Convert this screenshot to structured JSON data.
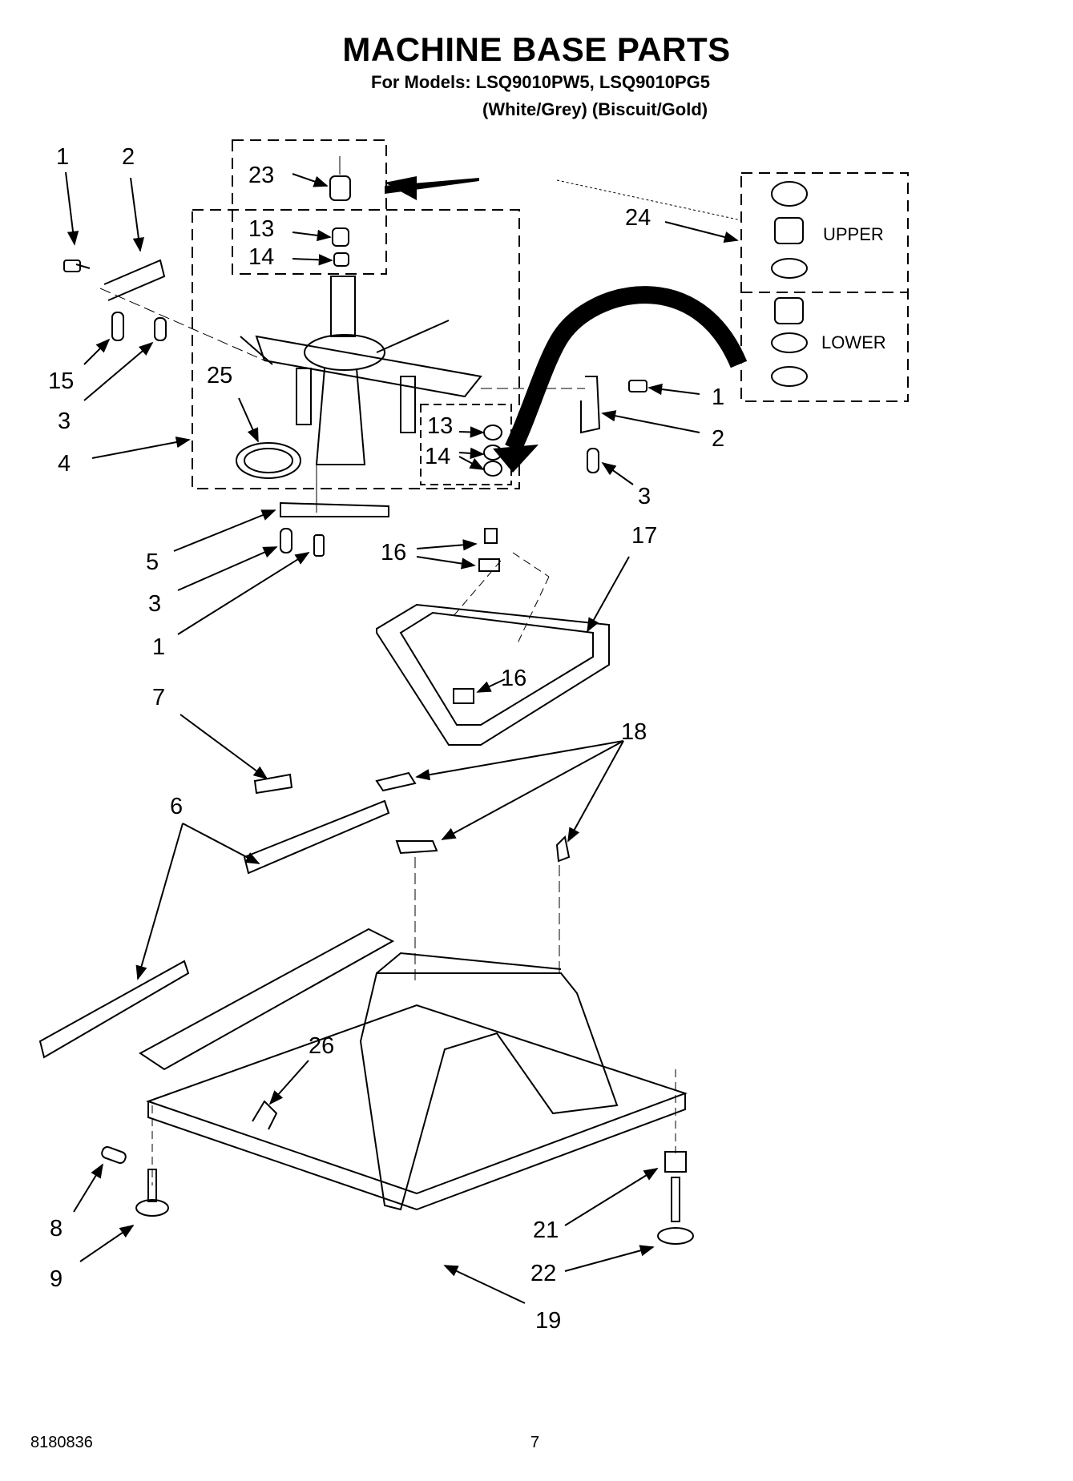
{
  "page": {
    "title": "MACHINE BASE PARTS",
    "models_line": "For Models: LSQ9010PW5, LSQ9010PG5",
    "colors_line": "(White/Grey)  (Biscuit/Gold)",
    "doc_number": "8180836",
    "page_number": "7"
  },
  "inset": {
    "upper_label": "UPPER",
    "lower_label": "LOWER"
  },
  "callouts": {
    "c1a": "1",
    "c2a": "2",
    "c23": "23",
    "c13a": "13",
    "c14a": "14",
    "c24": "24",
    "c15": "15",
    "c3a": "3",
    "c25": "25",
    "c4": "4",
    "c13b": "13",
    "c14b": "14",
    "c1b": "1",
    "c2b": "2",
    "c3b": "3",
    "c5": "5",
    "c3c": "3",
    "c1c": "1",
    "c16a": "16",
    "c17": "17",
    "c16b": "16",
    "c7": "7",
    "c18": "18",
    "c6": "6",
    "c26": "26",
    "c8": "8",
    "c9": "9",
    "c21": "21",
    "c22": "22",
    "c19": "19"
  }
}
